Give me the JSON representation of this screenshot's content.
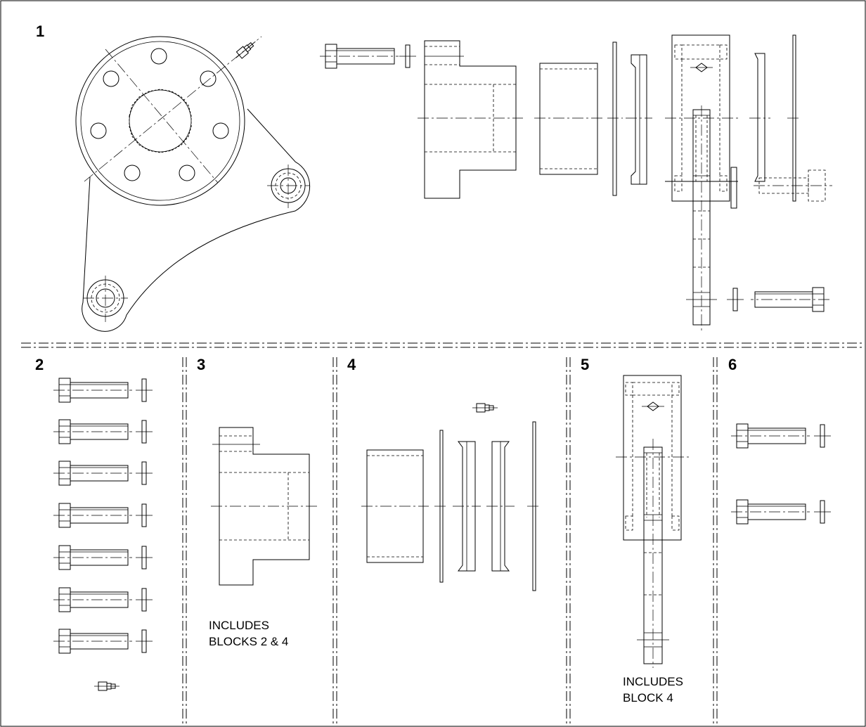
{
  "blocks": [
    {
      "number": "1",
      "note": ""
    },
    {
      "number": "2",
      "note": ""
    },
    {
      "number": "3",
      "note": "INCLUDES\nBLOCKS 2 & 4"
    },
    {
      "number": "4",
      "note": ""
    },
    {
      "number": "5",
      "note": "INCLUDES\nBLOCK 4"
    },
    {
      "number": "6",
      "note": ""
    }
  ],
  "colors": {
    "line": "#000000",
    "background": "#ffffff"
  }
}
